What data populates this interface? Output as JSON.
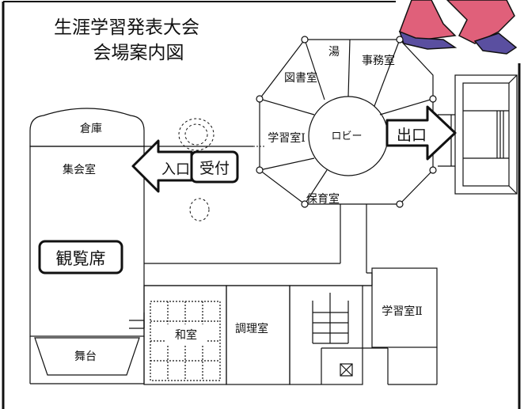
{
  "title": {
    "line1": "生涯学習発表大会",
    "line2": "会場案内図"
  },
  "rooms": {
    "storage": "倉庫",
    "assembly_hall": "集会室",
    "stage": "舞台",
    "library": "図書室",
    "bath": "湯",
    "office": "事務室",
    "study_room_1": "学習室Ⅰ",
    "lobby": "ロビー",
    "nursery": "保育室",
    "japanese_room": "和室",
    "cooking_room": "調理室",
    "study_room_2": "学習室Ⅱ"
  },
  "signs": {
    "entrance": "入口",
    "reception": "受付",
    "exit": "出口",
    "audience_seats": "観覧席"
  },
  "colors": {
    "line": "#111111",
    "background": "#ffffff",
    "character_pink": "#e0607a",
    "character_purple": "#5a4fa0"
  },
  "icons": [
    "entrance-arrow-icon",
    "exit-arrow-icon",
    "character-illustration"
  ]
}
